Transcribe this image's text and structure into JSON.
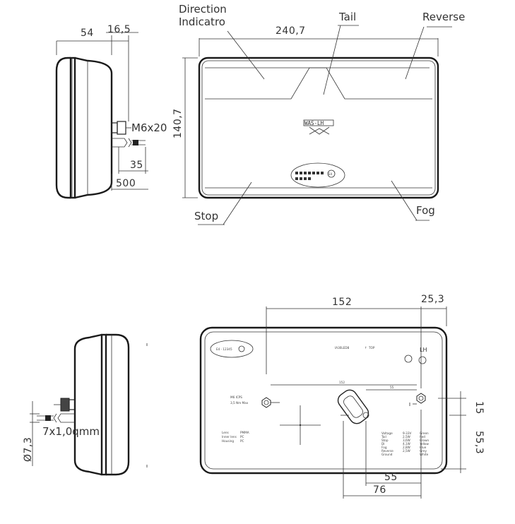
{
  "labels": {
    "direction_1": "Direction",
    "direction_2": "Indicatro",
    "tail": "Tail",
    "reverse": "Reverse",
    "stop": "Stop",
    "fog": "Fog",
    "thread": "M6x20",
    "cable": "7x1,0qmm",
    "diameter": "Ø7,3",
    "side": "LH",
    "top_mark": "TOP"
  },
  "dimensions": {
    "side_depth": "54",
    "bolt_offset": "16,5",
    "width": "240,7",
    "height": "140,7",
    "cable_short": "35",
    "cable_long": "500",
    "hole_spacing": "152",
    "edge_offset": "25,3",
    "hole_height": "15",
    "plug_height": "55,3",
    "plug_55": "55",
    "plug_76": "76"
  },
  "fine_print": {
    "lens_row": "IA30LED8",
    "specs_left": [
      "Lens",
      "Inner lens",
      "Housing"
    ],
    "specs_left_values": [
      "PMMA",
      "PC",
      "PC"
    ],
    "spec_rows": [
      "Voltage",
      "Tail",
      "Stop",
      "DI",
      "Fog",
      "Reverse",
      "Ground"
    ],
    "spec_values": [
      "9-33V",
      "2,5W",
      "3,6W",
      "4,1W",
      "2,8W",
      "2,5W",
      ""
    ],
    "spec_colors": [
      "Green",
      "Red",
      "Brown",
      "Yellow",
      "Blue",
      "Grey",
      "White"
    ]
  }
}
